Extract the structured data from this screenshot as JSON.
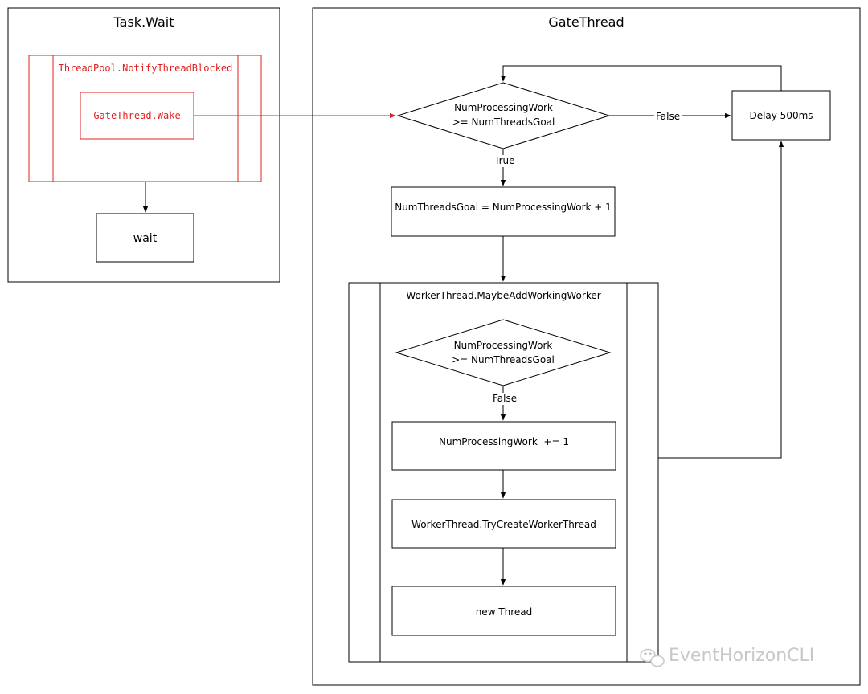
{
  "colors": {
    "stroke": "#000000",
    "highlight": "#e02020",
    "watermark": "#c8c8c8"
  },
  "task_wait": {
    "title": "Task.Wait",
    "notify_label": "ThreadPool.NotifyThreadBlocked",
    "wake_label": "GateThread.Wake",
    "wait_label": "wait"
  },
  "gate_thread": {
    "title": "GateThread",
    "decision_line1": "NumProcessingWork",
    "decision_line2": ">= NumThreadsGoal",
    "false_label": "False",
    "true_label": "True",
    "delay_label": "Delay 500ms",
    "goal_label": "NumThreadsGoal = NumProcessingWork + 1",
    "worker": {
      "title": "WorkerThread.MaybeAddWorkingWorker",
      "decision_line1": "NumProcessingWork",
      "decision_line2": ">= NumThreadsGoal",
      "false_label": "False",
      "increment_label": "NumProcessingWork  += 1",
      "create_label": "WorkerThread.TryCreateWorkerThread",
      "new_thread_label": "new Thread"
    }
  },
  "watermark": {
    "text": "EventHorizonCLI",
    "icon": "wechat-icon"
  }
}
